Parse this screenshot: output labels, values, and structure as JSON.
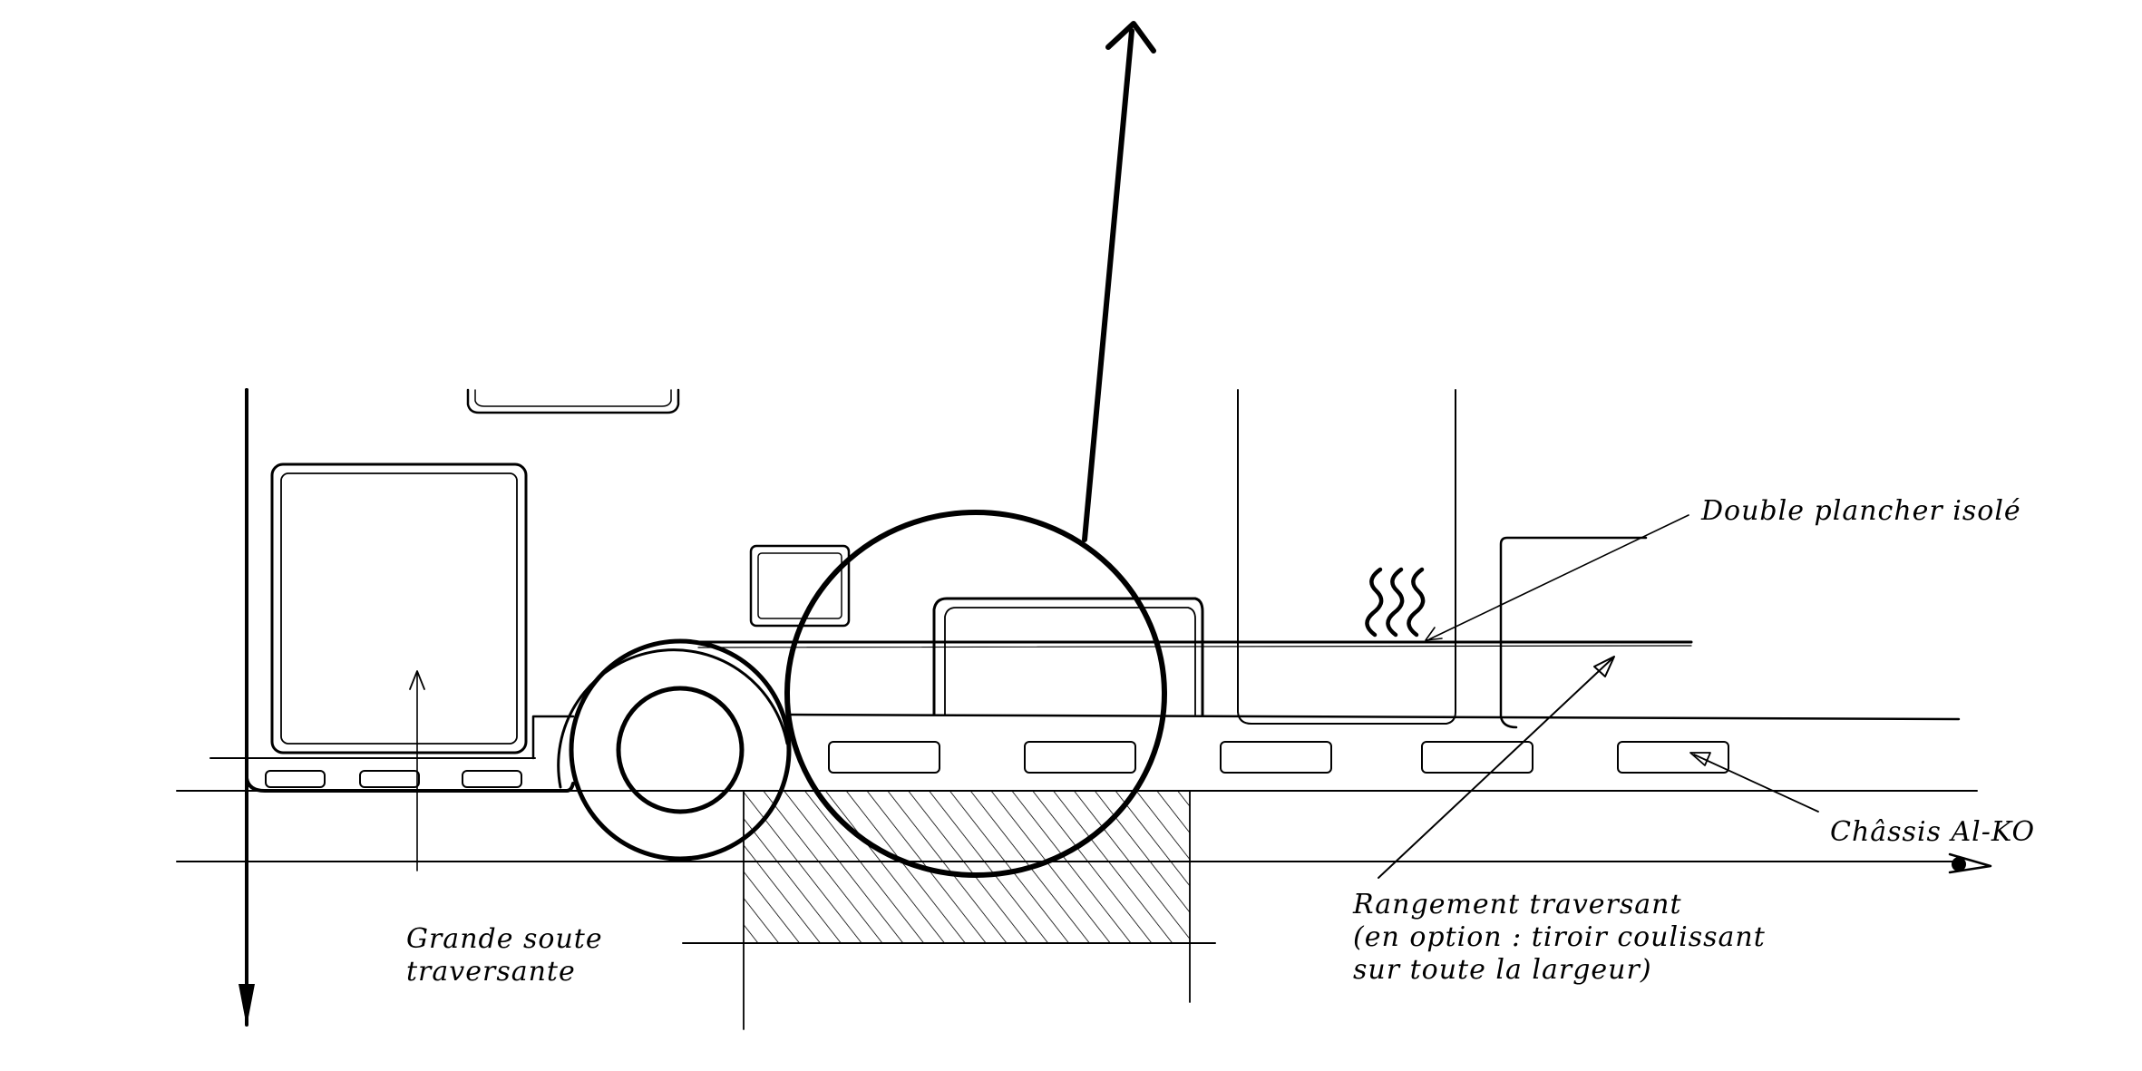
{
  "labels": {
    "double_floor": "Double plancher isolé",
    "chassis": "Châssis Al-KO",
    "storage_line1": "Rangement traversant",
    "storage_line2": "(en option : tiroir coulissant",
    "storage_line3": "sur toute la largeur)",
    "soute_line1": "Grande soute",
    "soute_line2": "traversante"
  }
}
